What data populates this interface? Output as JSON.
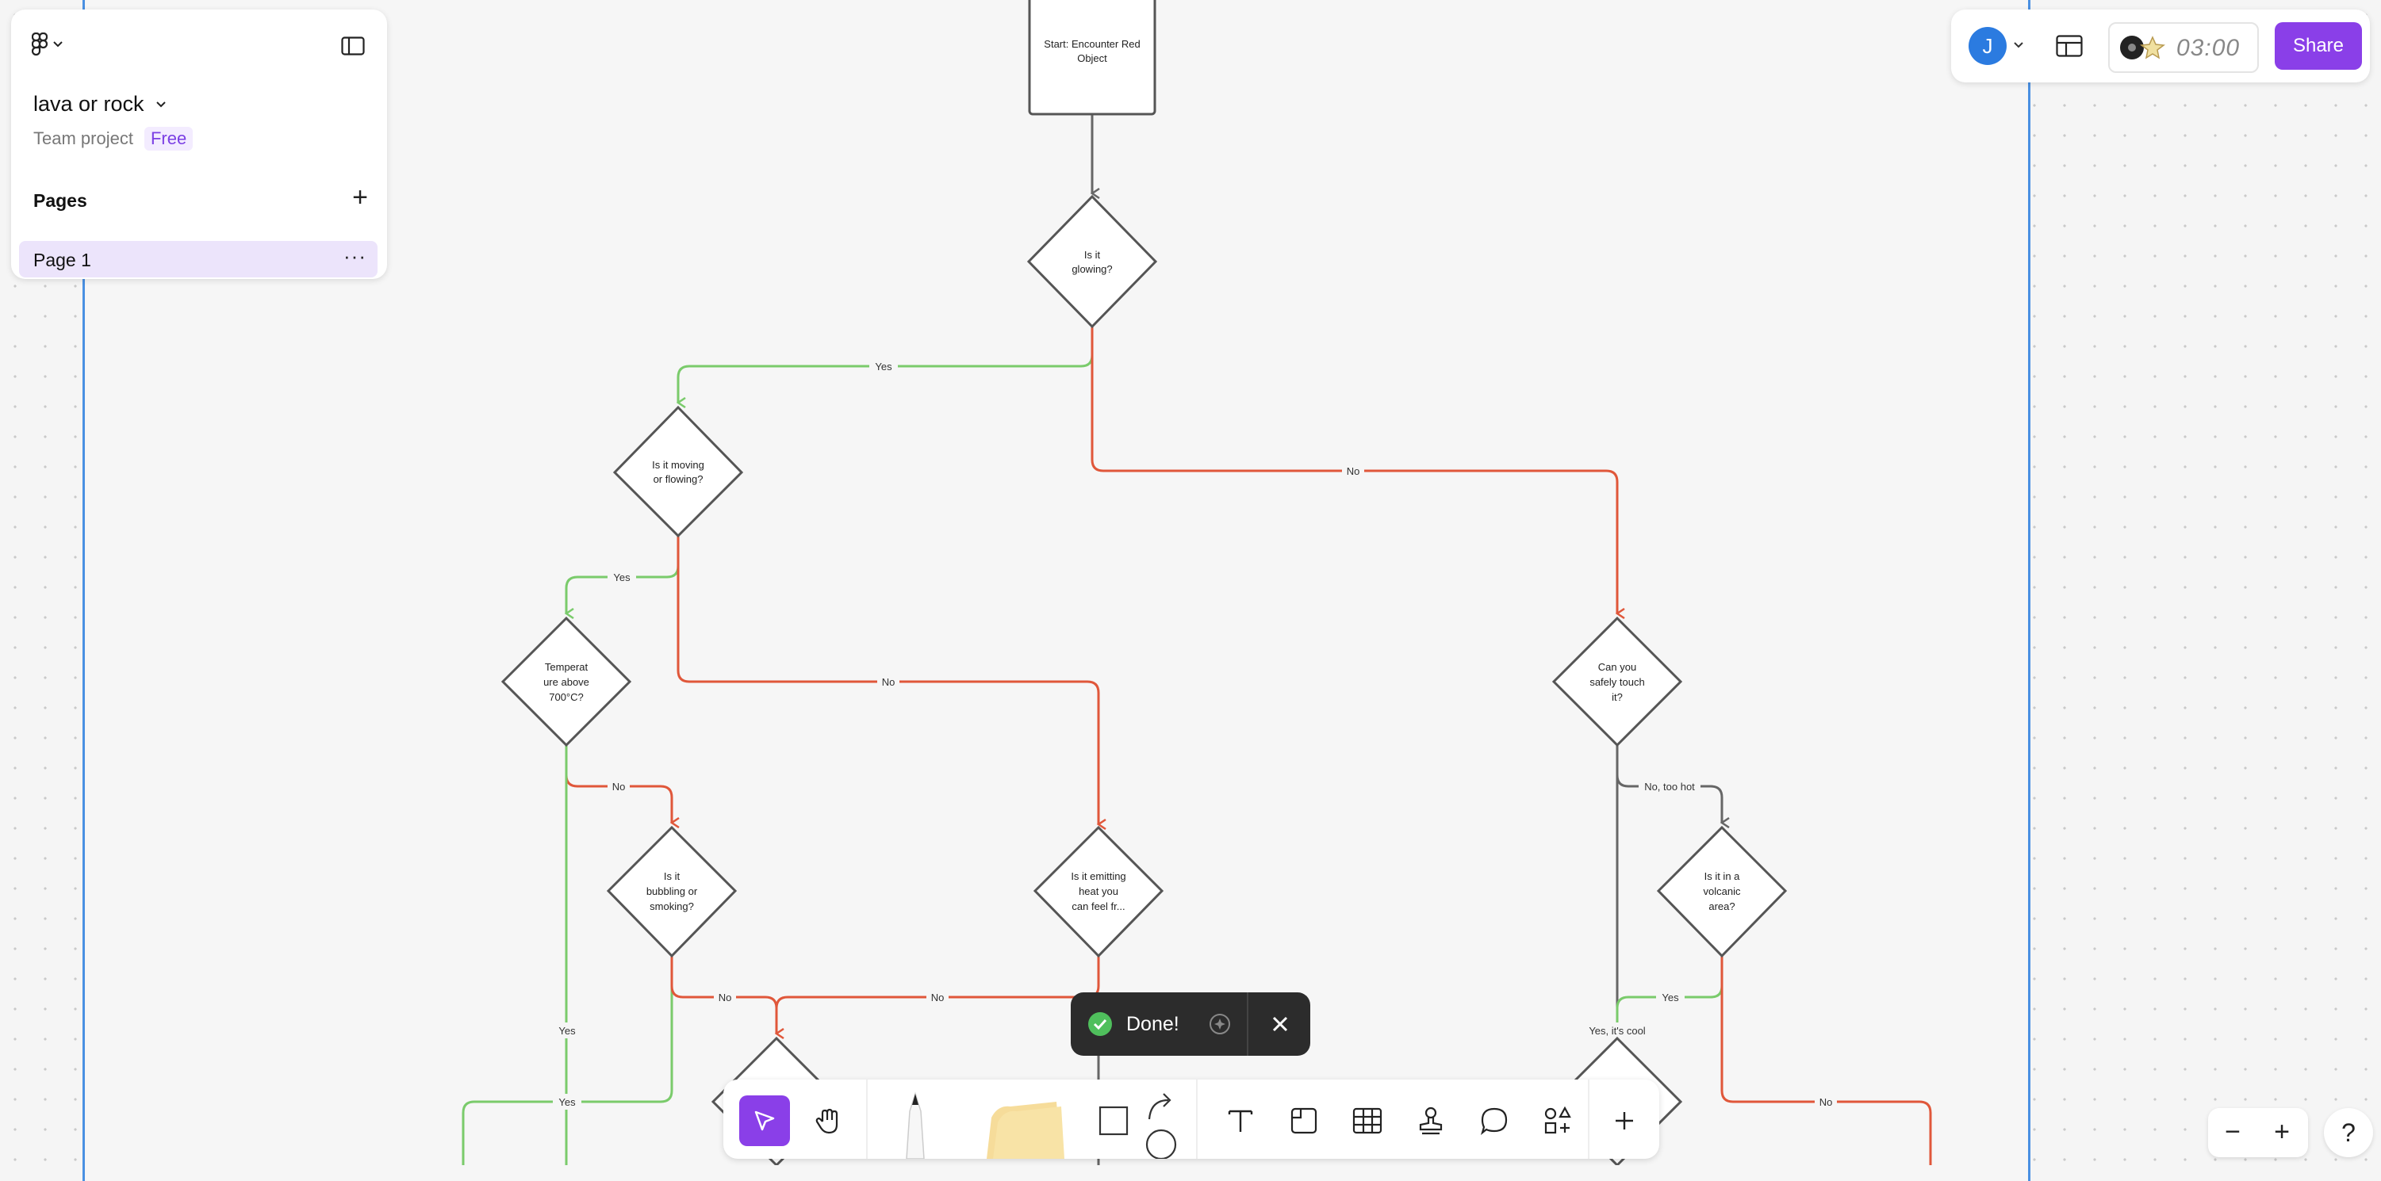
{
  "project": {
    "title": "lava or rock",
    "team": "Team project",
    "plan": "Free"
  },
  "pages": {
    "header": "Pages",
    "add": "+",
    "items": [
      {
        "name": "Page 1",
        "more": "···"
      }
    ]
  },
  "topbar": {
    "avatar": "J",
    "timer": "03:00",
    "share": "Share"
  },
  "toast": {
    "text": "Done!"
  },
  "zoom": {
    "minus": "−",
    "plus": "+"
  },
  "help": "?",
  "flowchart": {
    "start": [
      "Start: Encounter Red",
      "Object"
    ],
    "glowing": [
      "Is it",
      "glowing?"
    ],
    "moving": [
      "Is it moving",
      "or flowing?"
    ],
    "temp": [
      "Temperat",
      "ure above",
      "700°C?"
    ],
    "bubbling": [
      "Is it",
      "bubbling or",
      "smoking?"
    ],
    "heat": [
      "Is it emitting",
      "heat you",
      "can feel fr..."
    ],
    "touch": [
      "Can you",
      "safely touch",
      "it?"
    ],
    "volcanic": [
      "Is it in a",
      "volcanic",
      "area?"
    ],
    "labels": {
      "yes1": "Yes",
      "no1": "No",
      "yes2": "Yes",
      "no2": "No",
      "no3": "No",
      "no4": "No",
      "no5": "No",
      "yes3": "Yes",
      "yes4": "Yes",
      "notoohot": "No, too hot",
      "yes5": "Yes",
      "yescool": "Yes, it's cool",
      "no6": "No"
    }
  },
  "colors": {
    "yes": "#7acb6b",
    "no": "#e0573a",
    "neutral": "#666666",
    "accent": "#8a3fe8",
    "frame": "#4a90e2"
  }
}
